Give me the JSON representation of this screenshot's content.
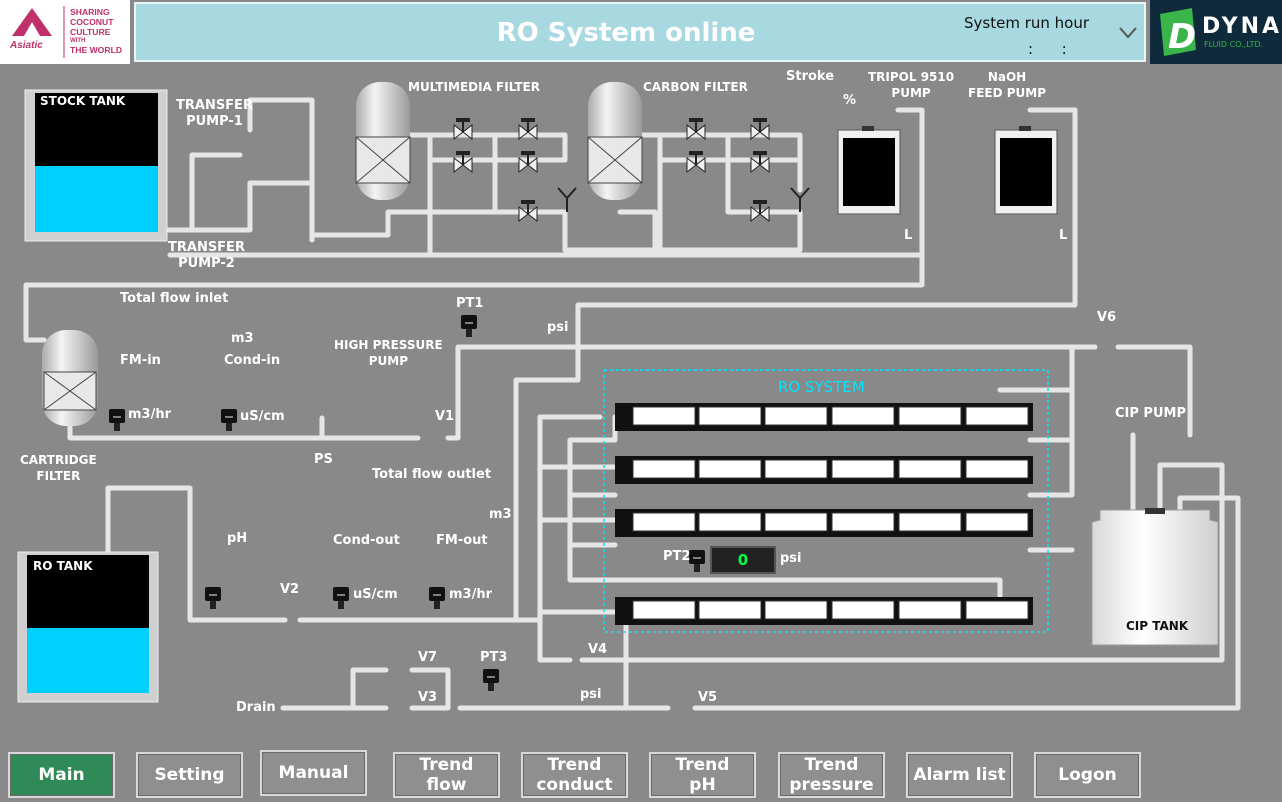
{
  "header": {
    "title": "RO System online",
    "runhour_label": "System run hour",
    "runhour_value": ":      :",
    "logo_left_text": [
      "SHARING",
      "COCONUT",
      "CULTURE",
      "WITH",
      "THE WORLD"
    ],
    "logo_left_brand": "Asiatic",
    "logo_right_brand": "DYNA",
    "logo_right_sub": "FLUID CO.,LTD."
  },
  "labels": {
    "stock_tank": "STOCK TANK",
    "transfer_pump_1": "TRANSFER\nPUMP-1",
    "transfer_pump_2": "TRANSFER\nPUMP-2",
    "multimedia_filter": "MULTIMEDIA FILTER",
    "carbon_filter": "CARBON FILTER",
    "stroke": "Stroke",
    "stroke_unit": "%",
    "tripol_pump": "TRIPOL 9510\nPUMP",
    "naoh_pump": "NaOH\nFEED PUMP",
    "level_l1": "L",
    "level_l2": "L",
    "total_flow_inlet": "Total flow inlet",
    "pt1": "PT1",
    "pt1_unit": "psi",
    "m3_in": "m3",
    "fm_in": "FM-in",
    "cond_in": "Cond-in",
    "high_pressure_pump": "HIGH PRESSURE\nPUMP",
    "fm_in_unit": "m3/hr",
    "cond_in_unit": "uS/cm",
    "v1": "V1",
    "ps": "PS",
    "cartridge_filter": "CARTRIDGE\nFILTER",
    "total_flow_outlet": "Total flow outlet",
    "m3_out": "m3",
    "ro_system": "RO SYSTEM",
    "v6": "V6",
    "cip_pump": "CIP PUMP",
    "cip_tank": "CIP TANK",
    "ro_tank": "RO TANK",
    "ph": "pH",
    "cond_out": "Cond-out",
    "fm_out": "FM-out",
    "v2": "V2",
    "cond_out_unit": "uS/cm",
    "fm_out_unit": "m3/hr",
    "pt2": "PT2",
    "pt2_value": "0",
    "pt2_unit": "psi",
    "v4": "V4",
    "v7": "V7",
    "pt3": "PT3",
    "v3": "V3",
    "pt3_unit": "psi",
    "v5": "V5",
    "drain": "Drain"
  },
  "colors": {
    "background": "#898989",
    "pipe": "#e6e6e6",
    "water": "#00d0ff",
    "title_bg": "#a8d8e0",
    "ro_border": "#00e5ff",
    "active_button": "#2e8b57",
    "pt2_value": "#00ff40"
  },
  "nav": {
    "buttons": [
      {
        "label": "Main",
        "active": true
      },
      {
        "label": "Setting",
        "active": false
      },
      {
        "label": "Manual",
        "active": false
      },
      {
        "label": "Trend\nflow",
        "active": false
      },
      {
        "label": "Trend\nconduct",
        "active": false
      },
      {
        "label": "Trend\npH",
        "active": false
      },
      {
        "label": "Trend\npressure",
        "active": false
      },
      {
        "label": "Alarm list",
        "active": false
      },
      {
        "label": "Logon",
        "active": false
      }
    ]
  },
  "tank_levels": {
    "stock_tank": 0.47,
    "ro_tank": 0.47
  }
}
